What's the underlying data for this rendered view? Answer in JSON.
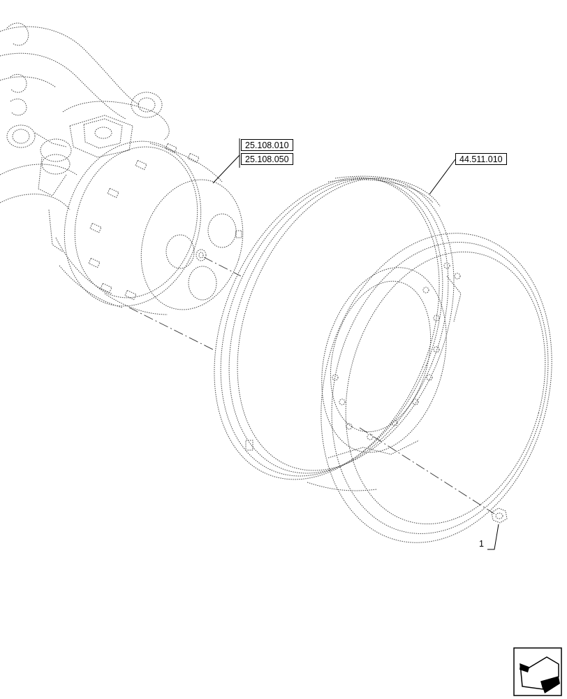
{
  "references": {
    "axle_ref_1": "25.108.010",
    "axle_ref_2": "25.108.050",
    "wheel_ref": "44.511.010"
  },
  "callouts": {
    "nut_item": "1"
  },
  "icons": {
    "navigation": "arrow-return-icon"
  }
}
